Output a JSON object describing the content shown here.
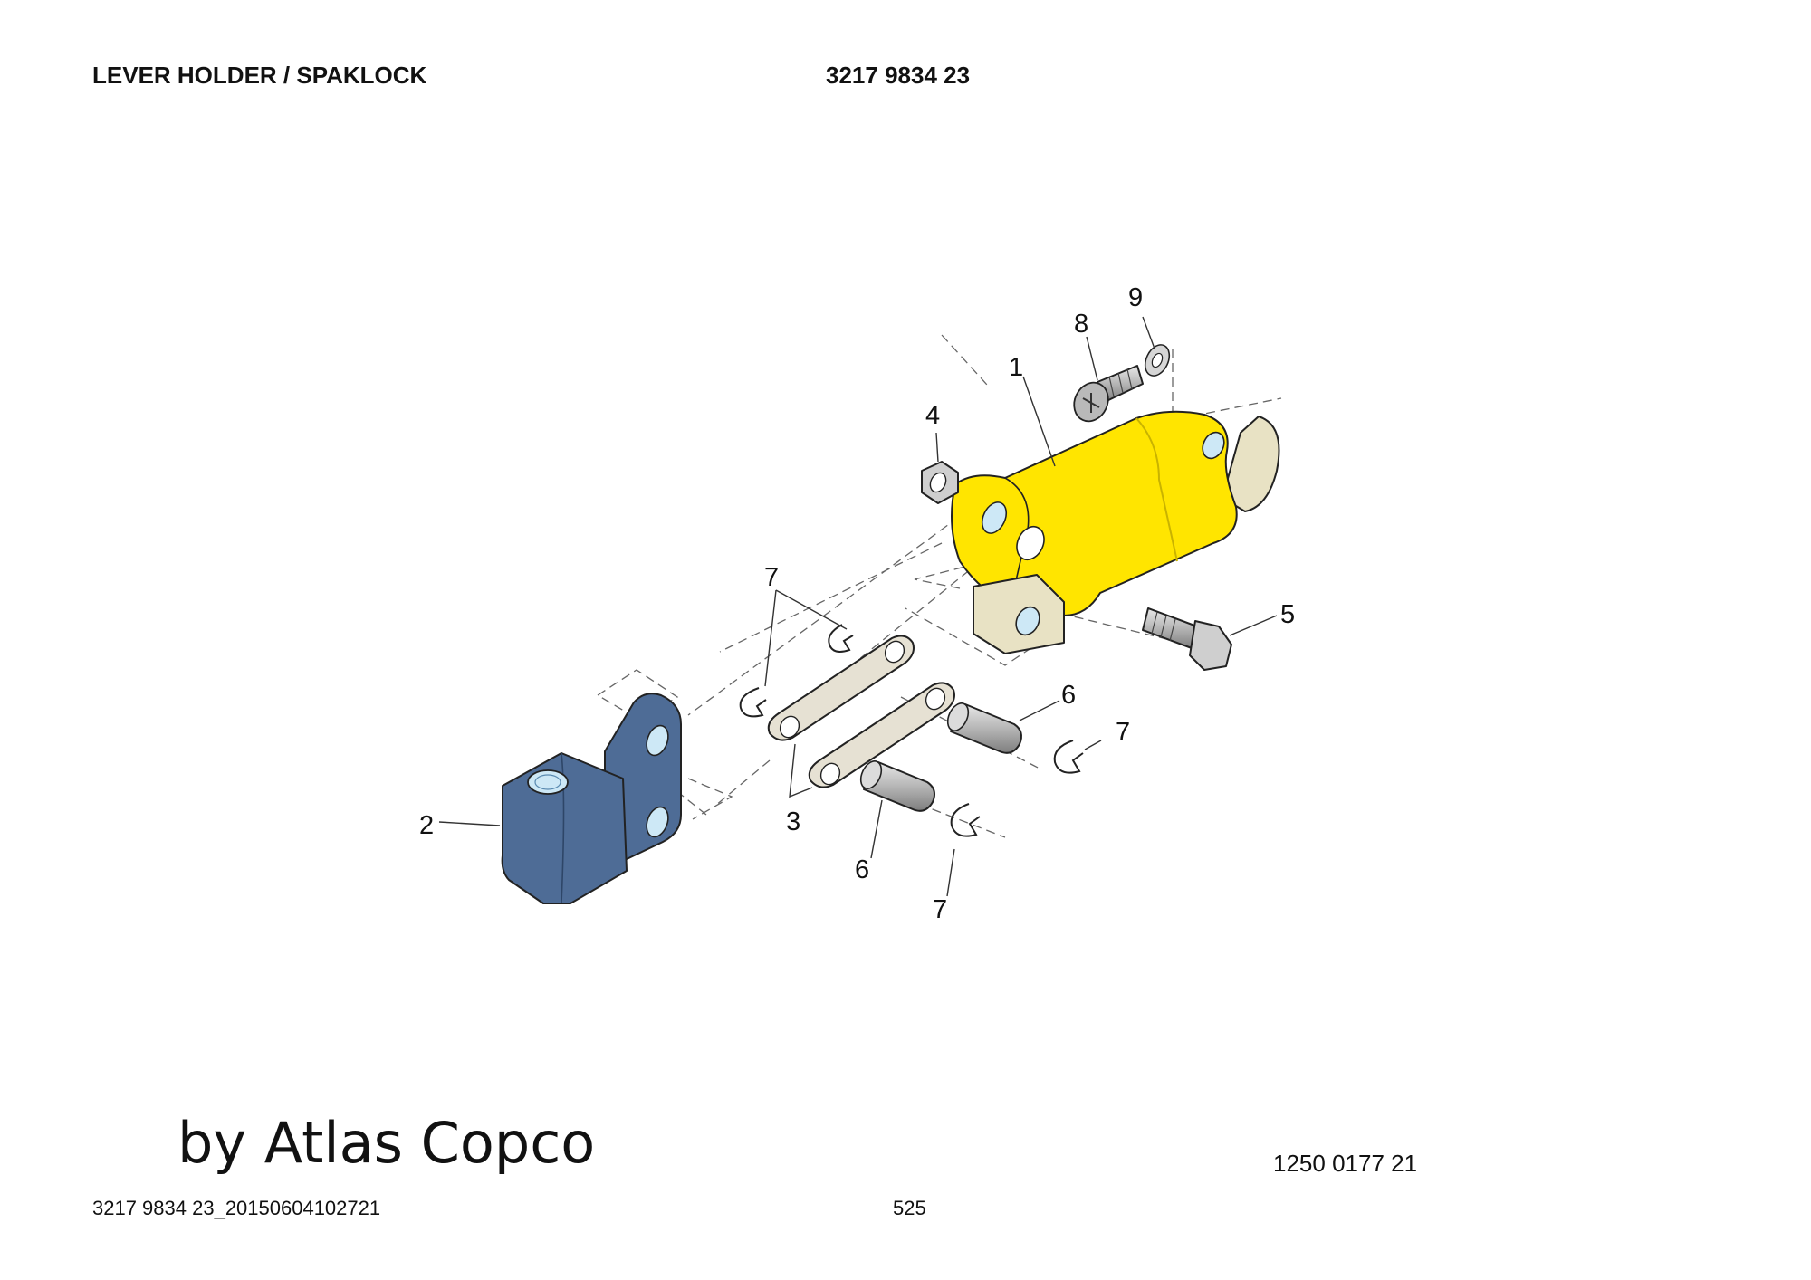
{
  "header": {
    "title": "LEVER HOLDER / SPAKLOCK",
    "part_number": "3217 9834 23"
  },
  "diagram": {
    "callouts": [
      "1",
      "2",
      "3",
      "4",
      "5",
      "6",
      "7",
      "8",
      "9"
    ],
    "callout_6b": "6",
    "callout_7b": "7",
    "callout_7c": "7",
    "callout_7d": "7",
    "colors": {
      "lever_holder": "#FFE500",
      "bracket": "#4E6C96",
      "links": "#E6E1D3",
      "hole": "#CDE8F6",
      "metal": "#C8C8C8"
    }
  },
  "branding": {
    "text": "by Atlas Copco"
  },
  "drawing_number": "1250 0177 21",
  "footer": {
    "document_id": "3217 9834 23_20150604102721",
    "page": "525"
  }
}
